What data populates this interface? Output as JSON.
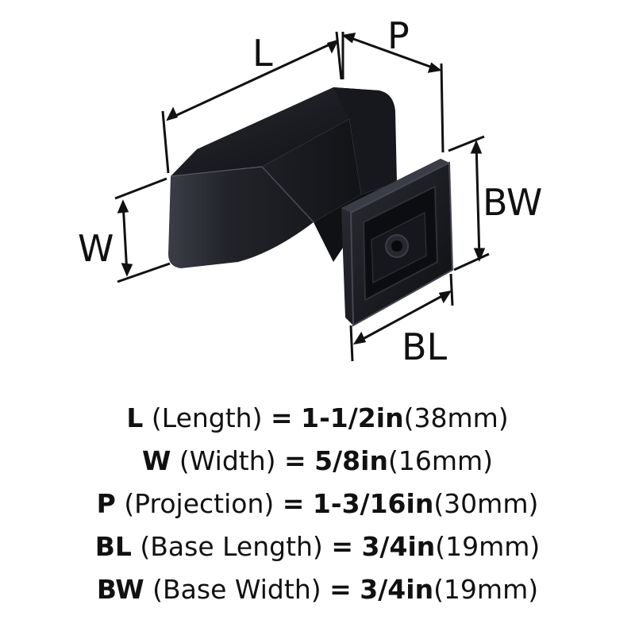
{
  "labels": {
    "L": "L",
    "P": "P",
    "W": "W",
    "BW": "BW",
    "BL": "BL"
  },
  "specs": [
    {
      "abbr": "L",
      "name": "(Length)",
      "eq": "=",
      "imperial": "1-1/2in",
      "metric": "(38mm)"
    },
    {
      "abbr": "W",
      "name": "(Width)",
      "eq": "=",
      "imperial": "5/8in",
      "metric": "(16mm)"
    },
    {
      "abbr": "P",
      "name": "(Projection)",
      "eq": "=",
      "imperial": "1-3/16in",
      "metric": "(30mm)"
    },
    {
      "abbr": "BL",
      "name": "(Base Length)",
      "eq": "=",
      "imperial": "3/4in",
      "metric": "(19mm)"
    },
    {
      "abbr": "BW",
      "name": "(Base Width)",
      "eq": "=",
      "imperial": "3/4in",
      "metric": "(19mm)"
    }
  ],
  "colors": {
    "finish": "#16171c",
    "highlight": "#3a3d46",
    "line": "#111111"
  }
}
